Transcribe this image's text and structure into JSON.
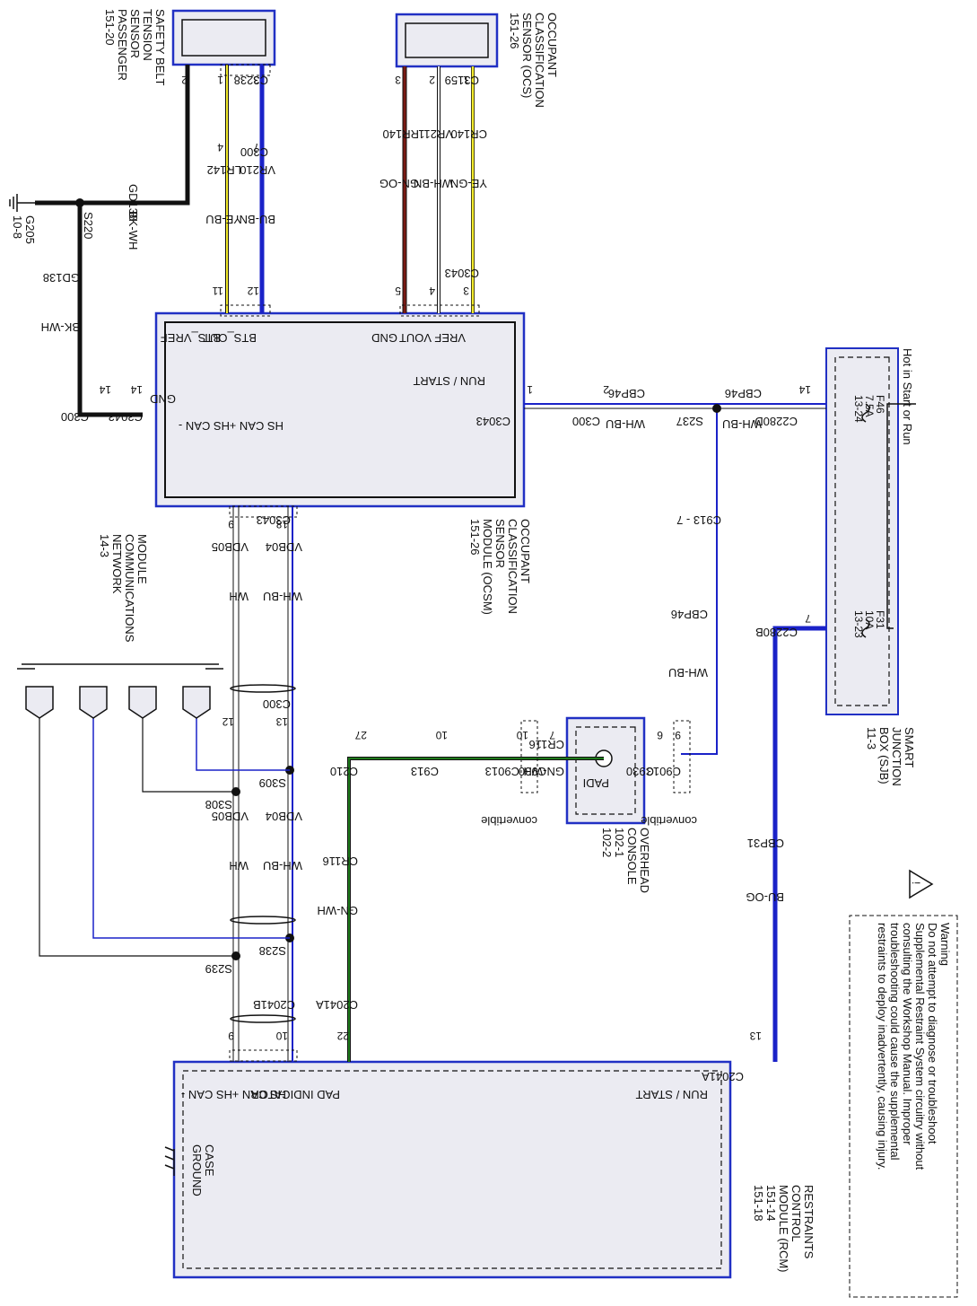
{
  "modules": {
    "bts": {
      "lines": [
        "SAFETY BELT",
        "TENSION",
        "SENSOR",
        "PASSENGER",
        "151-20"
      ]
    },
    "ocs": {
      "lines": [
        "OCCUPANT",
        "CLASSIFICATION",
        "SENSOR (OCS)",
        "151-26"
      ]
    },
    "ocsm": {
      "lines": [
        "OCCUPANT",
        "CLASSIFICATION",
        "SENSOR",
        "MODULE (OCSM)",
        "151-26"
      ],
      "pins": {
        "vref": "VREF",
        "vout": "VOUT",
        "gnd": "GND",
        "bts_out": "BTS_OUT",
        "bts_vref": "BTS_VREF",
        "run_start": "RUN / START",
        "gnd_left": "GND",
        "hscan_plus": "HS CAN +",
        "hscan_minus": "HS CAN -"
      }
    },
    "sjb": {
      "lines": [
        "SMART",
        "JUNCTION",
        "BOX (SJB)",
        "11-3"
      ],
      "hot": "Hot in Start or Run",
      "fuse1": [
        "F46",
        "7.5A",
        "13-24"
      ],
      "fuse2": [
        "F31",
        "10A",
        "13-23"
      ]
    },
    "overhead": {
      "lines": [
        "OVERHEAD",
        "CONSOLE",
        "102-1",
        "102-2"
      ],
      "padi": "PADI"
    },
    "rcm": {
      "lines": [
        "RESTRAINTS",
        "CONTROL",
        "MODULE (RCM)",
        "151-14",
        "151-18"
      ],
      "pins": {
        "run_start": "RUN / START",
        "pad_indicator": "PAD INDICATOR",
        "hscan_plus": "HS CAN +",
        "hscan_minus": "HS CAN -",
        "case_ground": [
          "CASE",
          "GROUND"
        ]
      }
    },
    "network": {
      "lines": [
        "MODULE",
        "COMMUNICATIONS",
        "NETWORK",
        "14-3"
      ]
    }
  },
  "ground": {
    "name": "G205",
    "ref": "10-8"
  },
  "connectors": {
    "c3238": "C3238",
    "c3159": "C3159",
    "c300": "C300",
    "c3043": "C3043",
    "c2280d": "C2280D",
    "c2280b": "C2280B",
    "c913_7": "C913 - 7",
    "c930": "C930",
    "c9013": "C9013",
    "c913": "C913",
    "c210": "C210",
    "c2041a": "C2041A",
    "c2041b": "C2041B",
    "convertible": "convertible"
  },
  "splices": {
    "s220": "S220",
    "s237": "S237",
    "s308": "S308",
    "s309": "S309",
    "s238": "S238",
    "s239": "S239"
  },
  "wires": {
    "gd138": {
      "circuit": "GD138",
      "color": "BK-WH"
    },
    "lr142": {
      "circuit": "LR142",
      "color": "YE-BU"
    },
    "vr210": {
      "circuit": "VR210",
      "color": "BU-BN"
    },
    "rr140": {
      "circuit": "RR140",
      "color": "GN-OG"
    },
    "vr211": {
      "circuit": "VR211",
      "color": "WH-BN"
    },
    "cr140": {
      "circuit": "CR140",
      "color": "YE-GN"
    },
    "cbp46": {
      "circuit": "CBP46",
      "color": "WH-BU"
    },
    "vdb04": {
      "circuit": "VDB04",
      "color": "WH-BU"
    },
    "vdb05": {
      "circuit": "VDB05",
      "color": "WH"
    },
    "cr116": {
      "circuit": "CR116",
      "color": "GN-WH"
    },
    "cbp31": {
      "circuit": "CBP31",
      "color": "BU-OG"
    }
  },
  "pins": {
    "p1": "1",
    "p2": "2",
    "p3": "3",
    "p4": "4",
    "p5": "5",
    "p6": "6",
    "p7": "7",
    "p9": "9",
    "p10": "10",
    "p11": "11",
    "p12": "12",
    "p13": "13",
    "p14": "14",
    "p18": "18",
    "p22": "22",
    "p27": "27"
  },
  "warning": {
    "title": "Warning",
    "lines": [
      "Do not attempt to diagnose or troubleshoot",
      "Supplemental Restraint System circuitry without",
      "consulting the Workshop Manual. Improper",
      "troubleshooting could cause the supplemental",
      "restraints to deploy inadvertently, causing injury."
    ],
    "symbol": "!"
  },
  "colors": {
    "module_border": "#2130c4",
    "module_fill": "#ebebf2",
    "black": "#111111",
    "blue": "#1a22c8",
    "yellow": "#f2ea2c",
    "red": "#7a1a14",
    "green": "#1f7a1c",
    "white": "#ffffff"
  }
}
